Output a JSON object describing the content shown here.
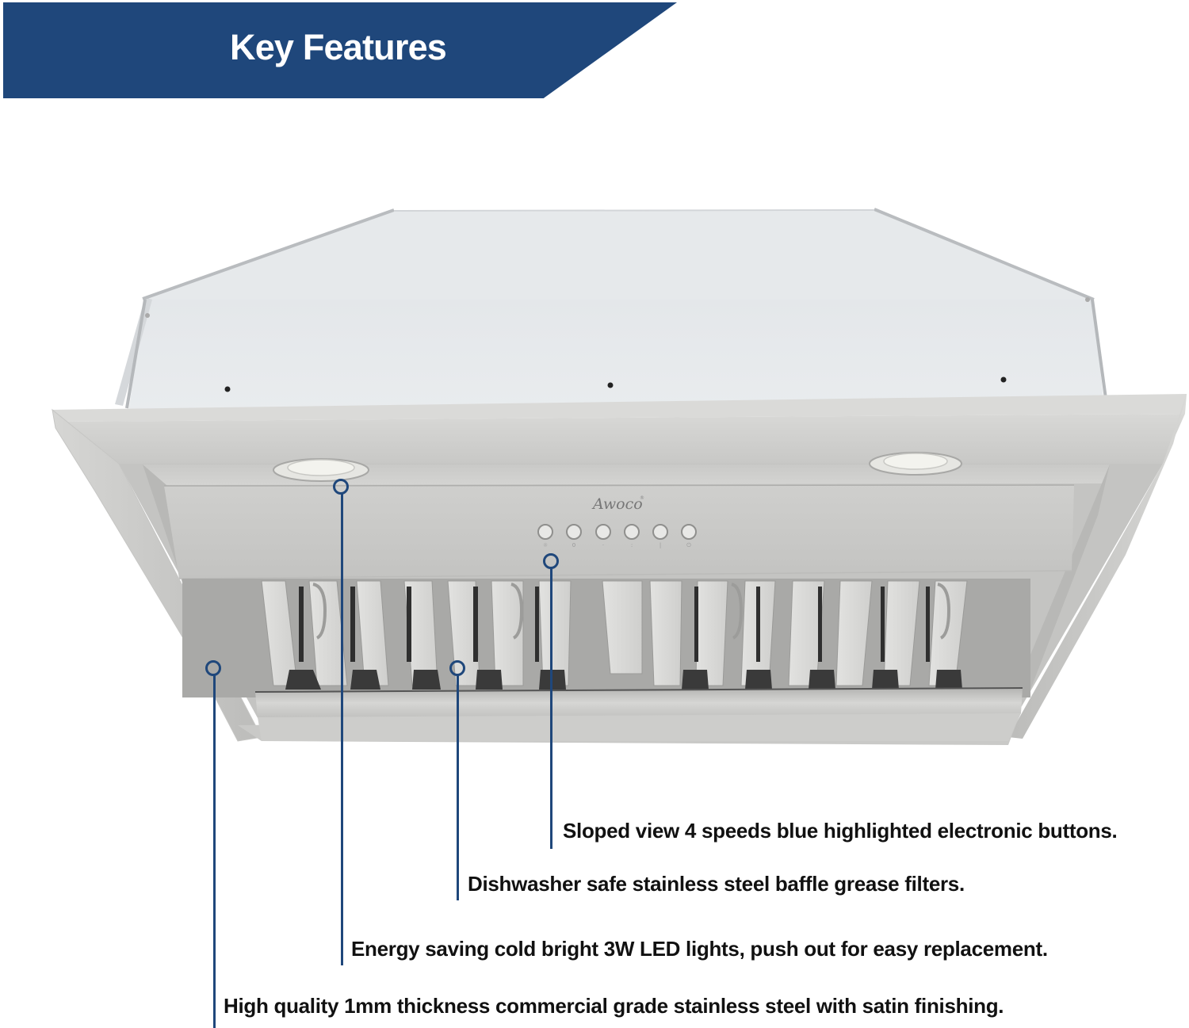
{
  "banner": {
    "title": "Key Features",
    "color": "#1f477b"
  },
  "product": {
    "type": "insert range hood",
    "brand_logo": "Awoco",
    "control_buttons": [
      "light",
      "speed-1",
      "speed-2",
      "speed-3",
      "speed-4",
      "power"
    ],
    "lights_count": 2,
    "filters_count": 4
  },
  "callouts": [
    {
      "id": "buttons",
      "text": "Sloped view 4 speeds blue highlighted electronic buttons.",
      "marker_icon": "circle-marker-icon"
    },
    {
      "id": "filters",
      "text": "Dishwasher safe stainless steel baffle grease filters.",
      "marker_icon": "circle-marker-icon"
    },
    {
      "id": "lights",
      "text": "Energy saving cold bright 3W LED lights, push out for easy replacement.",
      "marker_icon": "circle-marker-icon"
    },
    {
      "id": "steel",
      "text": "High quality 1mm thickness commercial grade stainless steel with satin finishing.",
      "marker_icon": "circle-marker-icon"
    }
  ],
  "colors": {
    "accent": "#1f477b",
    "text": "#111111",
    "steel_light": "#dcdcdc",
    "steel_mid": "#bdbdbd"
  }
}
